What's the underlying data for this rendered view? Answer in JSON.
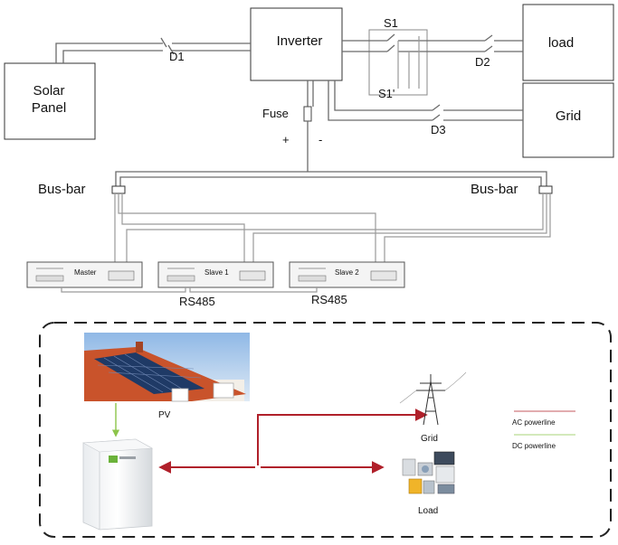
{
  "upper": {
    "inverter": "Inverter",
    "solar_panel_line1": "Solar",
    "solar_panel_line2": "Panel",
    "load": "load",
    "grid": "Grid",
    "switch_d1": "D1",
    "switch_d2": "D2",
    "switch_d3": "D3",
    "switch_s1": "S1",
    "switch_s1_prime": "S1'",
    "fuse": "Fuse",
    "plus": "+",
    "minus": "-",
    "busbar_left": "Bus-bar",
    "busbar_right": "Bus-bar",
    "battery_master": "Master",
    "battery_slave1": "Slave 1",
    "battery_slave2": "Slave 2",
    "rs485_left": "RS485",
    "rs485_right": "RS485"
  },
  "lower": {
    "pv": "PV",
    "grid": "Grid",
    "load": "Load",
    "legend_ac": "AC powerline",
    "legend_dc": "DC powerline",
    "ac_color": "#b0202a",
    "dc_color": "#8cc44a"
  }
}
